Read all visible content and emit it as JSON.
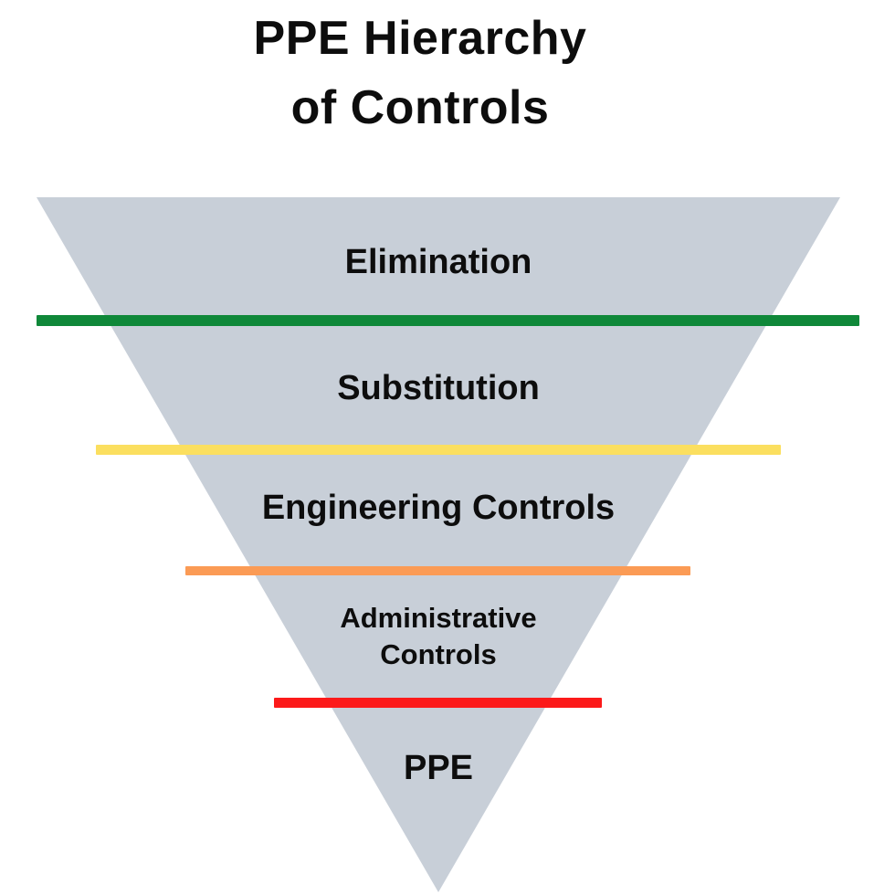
{
  "title": {
    "line1": "PPE Hierarchy",
    "line2": "of Controls"
  },
  "funnel": {
    "type": "inverted-triangle-hierarchy",
    "triangle_color": "#c8cfd8",
    "text_color": "#0d0d0d",
    "levels": [
      {
        "rank": 1,
        "label": "Elimination",
        "divider_color": "#0f8839"
      },
      {
        "rank": 2,
        "label": "Substitution",
        "divider_color": "#fbdf5f"
      },
      {
        "rank": 3,
        "label": "Engineering Controls",
        "divider_color": "#fb9b55"
      },
      {
        "rank": 4,
        "label": "Administrative Controls",
        "divider_color": "#fc1a1a"
      },
      {
        "rank": 5,
        "label": "PPE",
        "divider_color": null
      }
    ]
  }
}
